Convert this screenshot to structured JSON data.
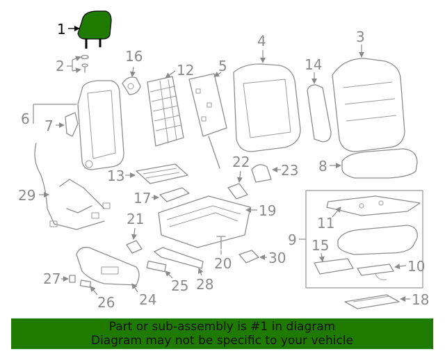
{
  "diagram": {
    "callouts": [
      "1",
      "2",
      "3",
      "4",
      "5",
      "6",
      "7",
      "8",
      "9",
      "10",
      "11",
      "12",
      "13",
      "14",
      "15",
      "16",
      "17",
      "18",
      "19",
      "20",
      "21",
      "22",
      "23",
      "24",
      "25",
      "26",
      "27",
      "28",
      "29",
      "30"
    ],
    "highlight_color": "#1f7a00"
  },
  "footer": {
    "line1": "Part or sub-assembly is #1 in diagram",
    "line2": "Diagram may not be specific to your vehicle",
    "background": "#1f7a00"
  }
}
